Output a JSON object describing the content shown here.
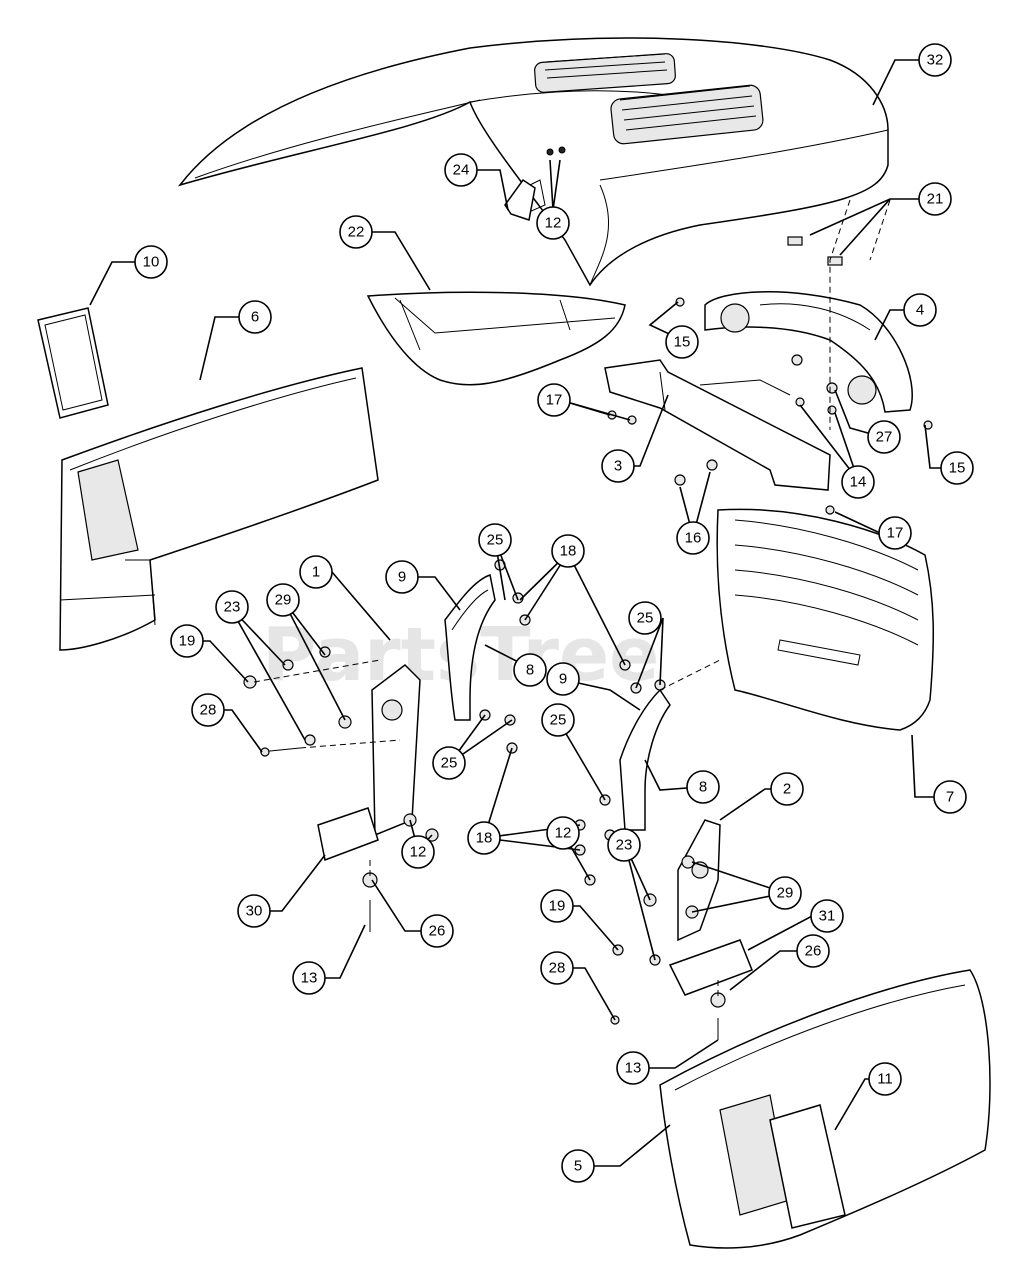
{
  "watermark": {
    "text": "PartsTree",
    "tm": "TM"
  },
  "callouts": [
    "1",
    "2",
    "3",
    "4",
    "5",
    "6",
    "7",
    "8",
    "9",
    "10",
    "11",
    "12",
    "13",
    "14",
    "15",
    "16",
    "17",
    "18",
    "19",
    "21",
    "22",
    "23",
    "24",
    "25",
    "26",
    "27",
    "28",
    "29",
    "30",
    "31",
    "32"
  ]
}
